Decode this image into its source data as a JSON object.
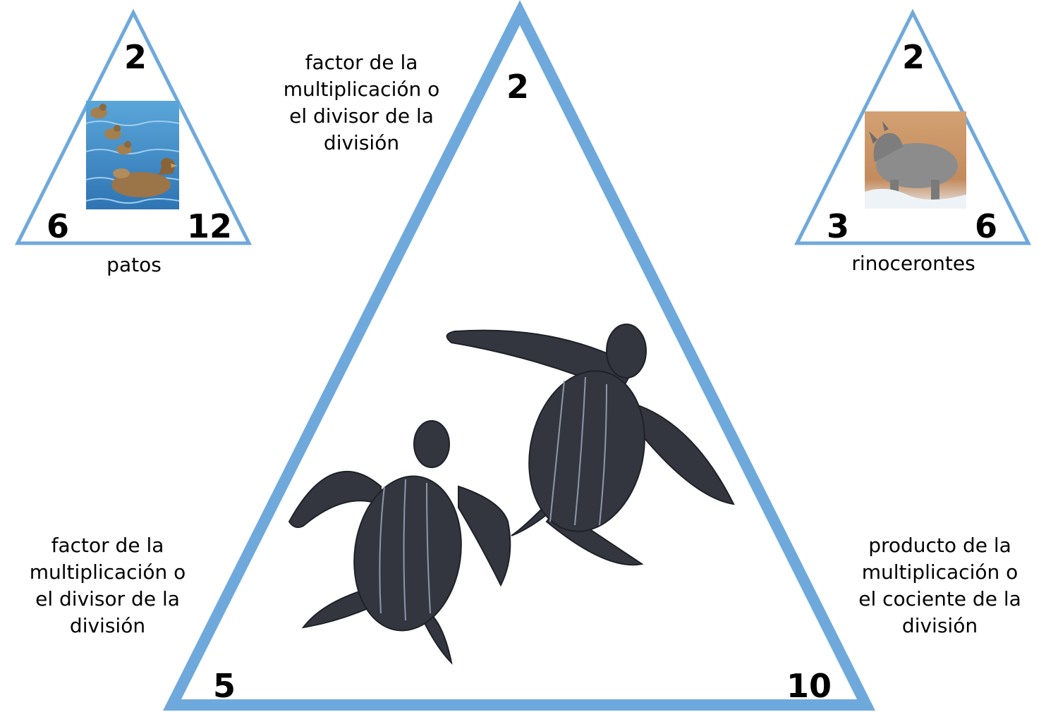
{
  "big_triangle": {
    "top": "2",
    "bottom_left": "5",
    "bottom_right": "10",
    "image": "leatherback-turtle-hatchlings"
  },
  "descriptions": {
    "top": [
      "factor de la",
      "multiplicación o",
      "el divisor de la",
      "división"
    ],
    "left": [
      "factor de la",
      "multiplicación o",
      "el divisor de la",
      "división"
    ],
    "right": [
      "producto de la",
      "multiplicación o",
      "el cociente de la",
      "división"
    ]
  },
  "left_triangle": {
    "top": "2",
    "bottom_left": "6",
    "bottom_right": "12",
    "label": "patos",
    "image": "ducks-on-water"
  },
  "right_triangle": {
    "top": "2",
    "bottom_left": "3",
    "bottom_right": "6",
    "label": "rinocerontes",
    "image": "rhinoceros"
  },
  "colors": {
    "triangle_stroke": "#6fa9dc",
    "water": "#3f86c2",
    "rhino_bg": "#c9976a",
    "turtle": "#34363f"
  }
}
